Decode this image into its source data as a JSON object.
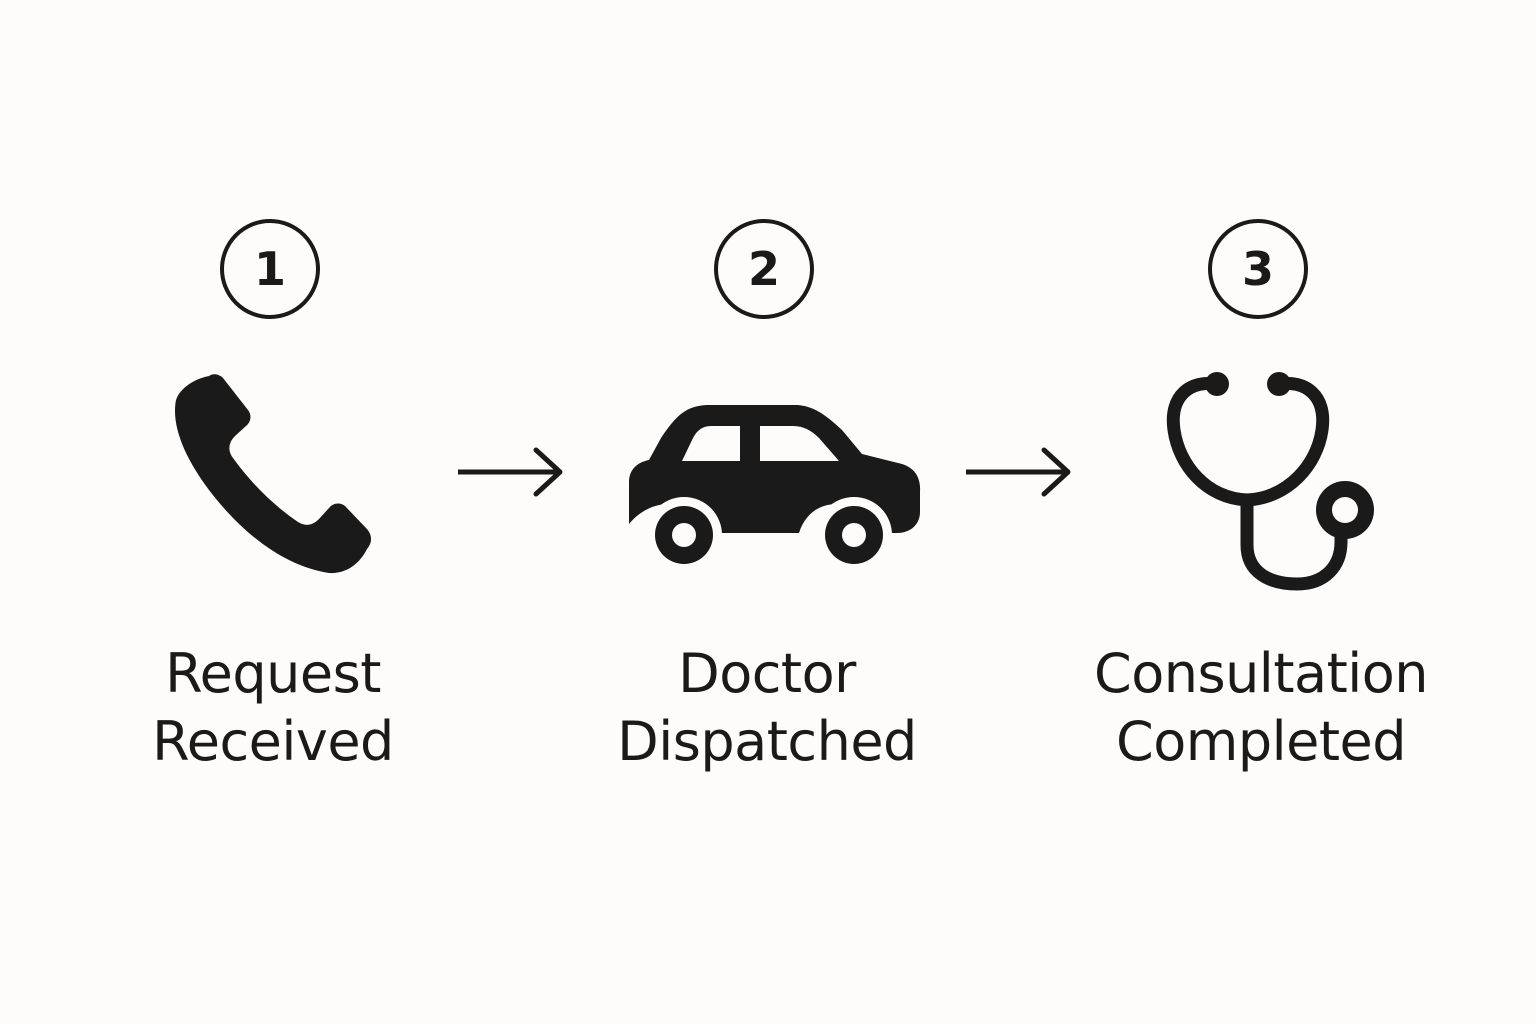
{
  "steps": [
    {
      "number": "1",
      "icon": "phone-icon",
      "label_line1": "Request",
      "label_line2": "Received"
    },
    {
      "number": "2",
      "icon": "car-icon",
      "label_line1": "Doctor",
      "label_line2": "Dispatched"
    },
    {
      "number": "3",
      "icon": "stethoscope-icon",
      "label_line1": "Consultation",
      "label_line2": "Completed"
    }
  ],
  "colors": {
    "ink": "#1a1a1a",
    "background": "#fdfcfa"
  }
}
